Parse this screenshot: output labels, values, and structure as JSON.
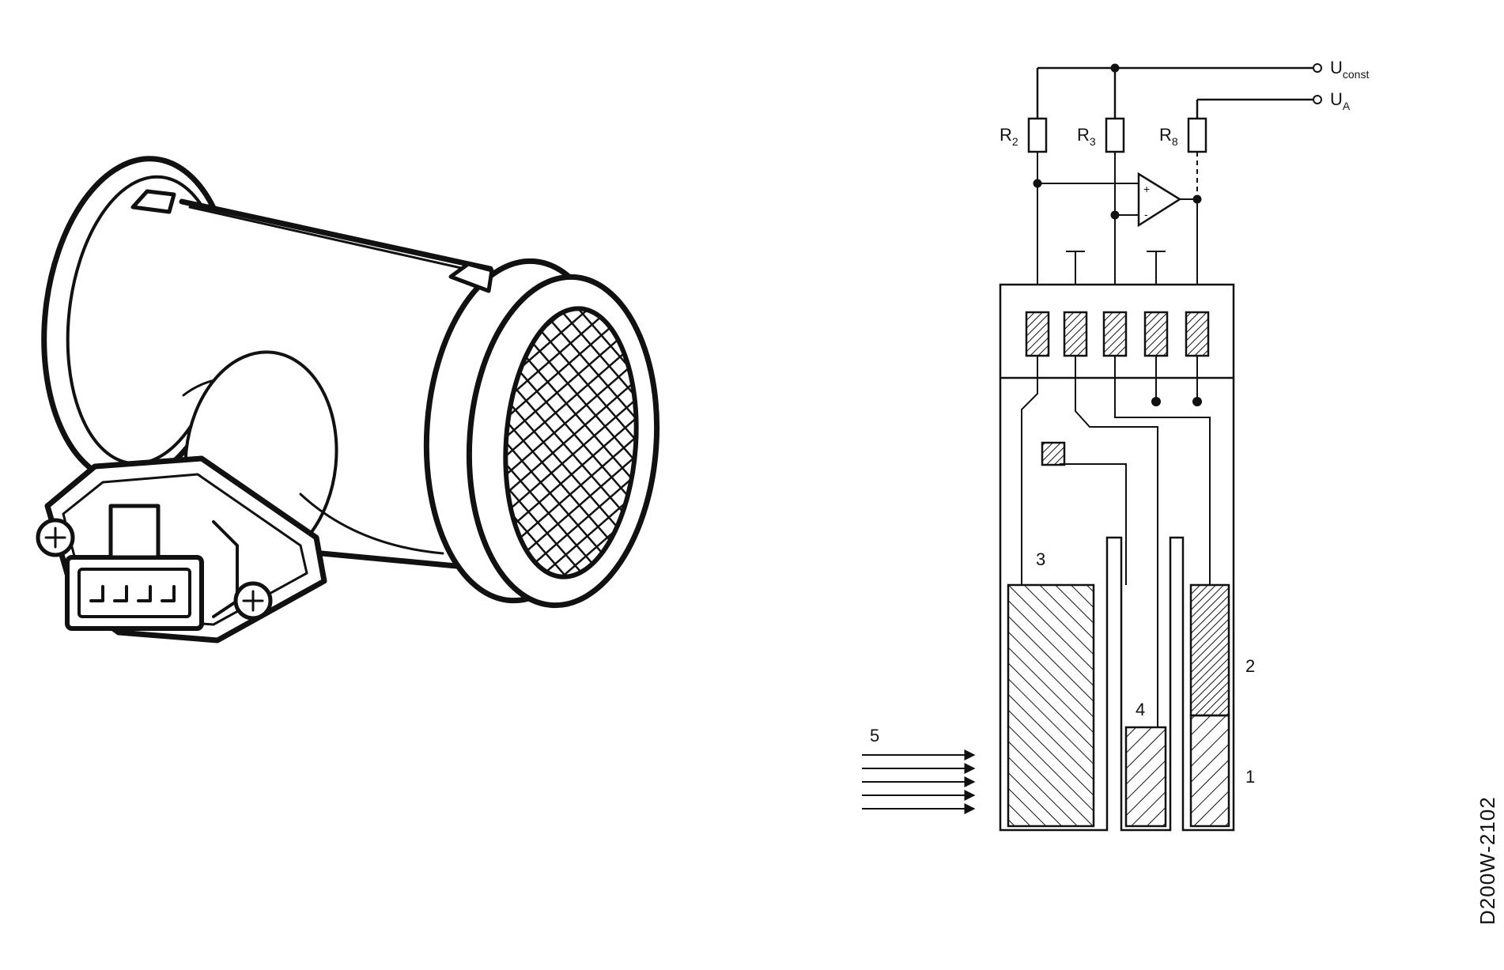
{
  "figure_code": "D200W-2102",
  "terminals": {
    "u_const": {
      "main": "U",
      "sub": "const"
    },
    "u_a": {
      "main": "U",
      "sub": "A"
    }
  },
  "resistors": {
    "r2": {
      "main": "R",
      "sub": "2"
    },
    "r3": {
      "main": "R",
      "sub": "3"
    },
    "r8": {
      "main": "R",
      "sub": "8"
    }
  },
  "amplifier": {
    "plus": "+",
    "minus": "-"
  },
  "callouts": {
    "one": "1",
    "two": "2",
    "three": "3",
    "four": "4",
    "five": "5"
  },
  "colors": {
    "ink": "#111111",
    "paper": "#ffffff"
  },
  "icons": [
    "air-mass-meter-housing-icon",
    "protective-mesh-icon",
    "electrical-connector-icon",
    "airflow-arrows-icon"
  ]
}
